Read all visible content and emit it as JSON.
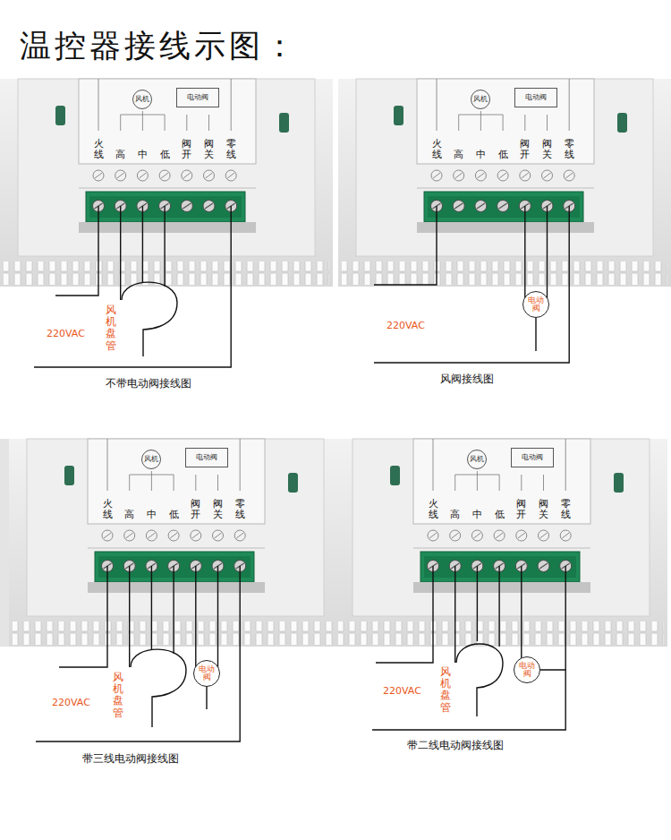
{
  "diagram": {
    "title": "温控器接线示图：",
    "nodes": [
      {
        "text": [
          "风机"
        ]
      },
      {
        "text": [
          "电动阀"
        ]
      },
      {
        "text": [
          "风机"
        ]
      },
      {
        "text": [
          "电动阀"
        ]
      },
      {
        "text": [
          "电动阀"
        ]
      },
      {
        "text": [
          "风机"
        ]
      },
      {
        "text": [
          "电动阀"
        ]
      },
      {
        "text": [
          "电动阀"
        ]
      },
      {
        "text": [
          "风机"
        ]
      },
      {
        "text": [
          "电动阀"
        ]
      },
      {
        "text": [
          "电动阀"
        ]
      }
    ],
    "labels": [
      "火线",
      "高",
      "中",
      "低",
      "阀开",
      "阀关",
      "零线",
      "风机盘管",
      "220VAC",
      "不带电动阀接线图",
      "火线",
      "高",
      "中",
      "低",
      "阀开",
      "阀关",
      "零线",
      "220VAC",
      "风阀接线图",
      "火线",
      "高",
      "中",
      "低",
      "阀开",
      "阀关",
      "零线",
      "风机盘管",
      "220VAC",
      "带三线电动阀接线图",
      "火线",
      "高",
      "中",
      "低",
      "阀开",
      "阀关",
      "零线",
      "风机盘管",
      "220VAC",
      "带二线电动阀接线图"
    ]
  }
}
